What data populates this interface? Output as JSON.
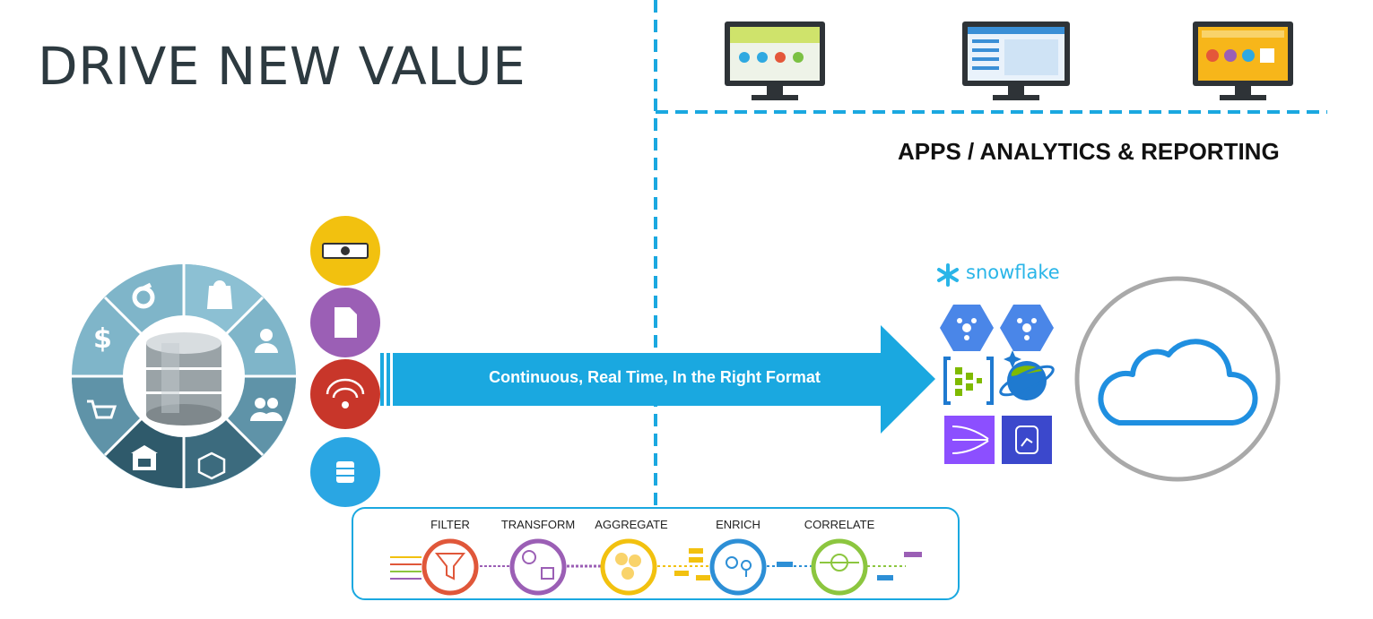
{
  "title": "DRIVE NEW VALUE",
  "apps_label": "APPS / ANALYTICS & REPORTING",
  "arrow_label": "Continuous, Real Time, In the Right Format",
  "snowflake_text": "snowflake",
  "stages": [
    {
      "label": "FILTER",
      "color": "#e0573a"
    },
    {
      "label": "TRANSFORM",
      "color": "#9b5fb5"
    },
    {
      "label": "AGGREGATE",
      "color": "#f2c10f"
    },
    {
      "label": "ENRICH",
      "color": "#2d8fd6"
    },
    {
      "label": "CORRELATE",
      "color": "#8cc63f"
    }
  ],
  "source_icons": [
    "sensor-icon",
    "document-icon",
    "wireless-signal-icon",
    "database-icon"
  ],
  "wheel_icons": [
    "analytics-icon",
    "shopping-bag-icon",
    "user-icon",
    "users-icon",
    "box-icon",
    "warehouse-icon",
    "cart-icon",
    "dollar-icon"
  ],
  "colors": {
    "accent": "#1aa8e0",
    "wheel_light": "#7fb5c9",
    "wheel_dark": "#3c6b7e",
    "snowflake": "#29b5e8"
  }
}
